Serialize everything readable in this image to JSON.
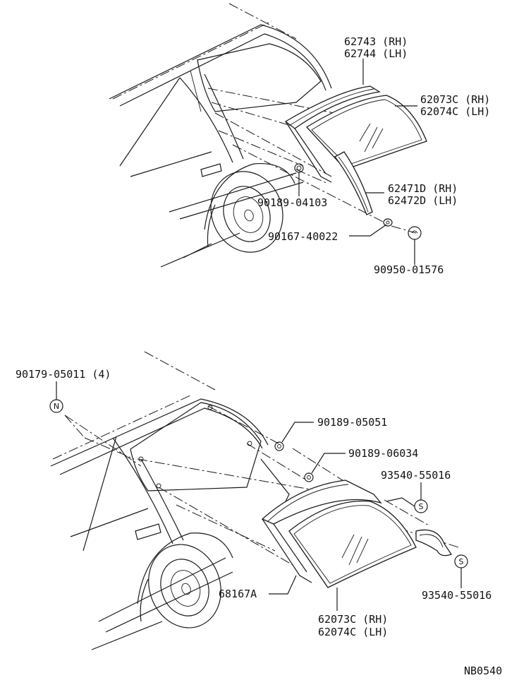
{
  "top_view": {
    "labels": [
      {
        "id": "p62743",
        "lines": [
          "62743 (RH)",
          "62744 (LH)"
        ]
      },
      {
        "id": "p62073c",
        "lines": [
          "62073C (RH)",
          "62074C (LH)"
        ]
      },
      {
        "id": "p62471d",
        "lines": [
          "62471D (RH)",
          "62472D (LH)"
        ]
      },
      {
        "id": "p90189a",
        "lines": [
          "90189-04103"
        ]
      },
      {
        "id": "p90167",
        "lines": [
          "90167-40022"
        ]
      },
      {
        "id": "p90950",
        "lines": [
          "90950-01576"
        ]
      }
    ]
  },
  "bottom_view": {
    "labels": [
      {
        "id": "p90179",
        "lines": [
          "90179-05011 (4)"
        ]
      },
      {
        "id": "p90189b",
        "lines": [
          "90189-05051"
        ]
      },
      {
        "id": "p90189c",
        "lines": [
          "90189-06034"
        ]
      },
      {
        "id": "p93540a",
        "lines": [
          "93540-55016"
        ]
      },
      {
        "id": "p93540b",
        "lines": [
          "93540-55016"
        ]
      },
      {
        "id": "p68167a",
        "lines": [
          "68167A"
        ]
      },
      {
        "id": "p62073cb",
        "lines": [
          "62073C (RH)",
          "62074C (LH)"
        ]
      }
    ],
    "symbols": {
      "n": "N",
      "s": "S"
    }
  },
  "diagram_code": "NB0540"
}
